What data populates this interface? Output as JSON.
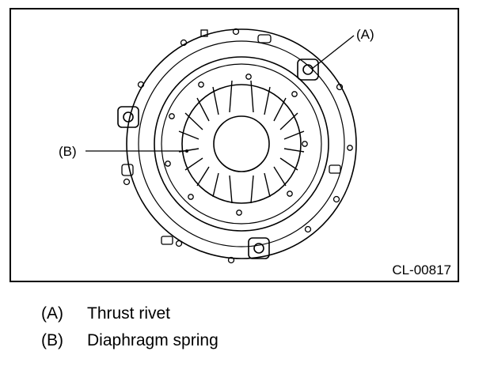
{
  "figure": {
    "code": "CL-00817",
    "callouts": [
      {
        "key": "A",
        "text": "(A)"
      },
      {
        "key": "B",
        "text": "(B)"
      }
    ]
  },
  "legend": [
    {
      "key": "(A)",
      "label": "Thrust rivet"
    },
    {
      "key": "(B)",
      "label": "Diaphragm spring"
    }
  ]
}
